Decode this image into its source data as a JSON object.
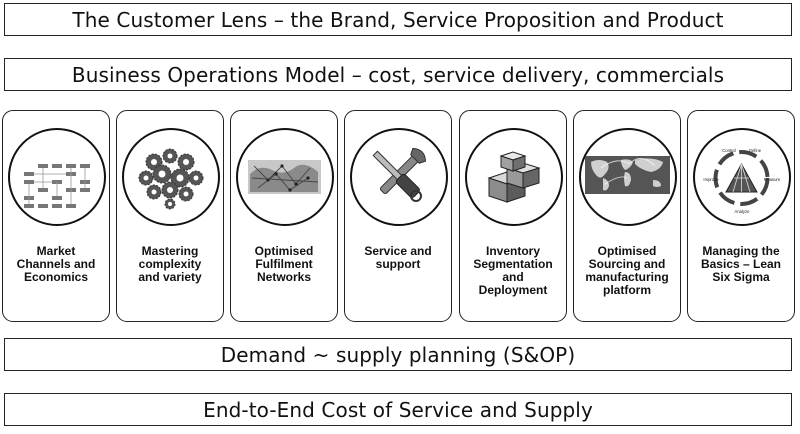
{
  "bands": {
    "top": "The Customer Lens – the Brand, Service Proposition and Product",
    "operations": "Business Operations Model – cost, service delivery, commercials",
    "demand": "Demand ~ supply planning (S&OP)",
    "end_to_end": "End-to-End Cost of Service and Supply"
  },
  "pillars": [
    {
      "label": "Market\nChannels and\nEconomics",
      "icon": "channel-diagram-icon"
    },
    {
      "label": "Mastering\ncomplexity\nand variety",
      "icon": "gears-head-icon"
    },
    {
      "label": "Optimised\nFulfilment\nNetworks",
      "icon": "network-map-icon"
    },
    {
      "label": "Service and\nsupport",
      "icon": "tools-icon"
    },
    {
      "label": "Inventory\nSegmentation\nand\nDeployment",
      "icon": "boxes-icon"
    },
    {
      "label": "Optimised\nSourcing and\nmanufacturing\nplatform",
      "icon": "world-map-icon"
    },
    {
      "label": "Managing the\nBasics – Lean\nSix Sigma",
      "icon": "dmaic-cycle-icon"
    }
  ],
  "dmaic": {
    "define": "Define",
    "measure": "Measure",
    "analyze": "Analyze",
    "improve": "Improve",
    "control": "Control"
  }
}
